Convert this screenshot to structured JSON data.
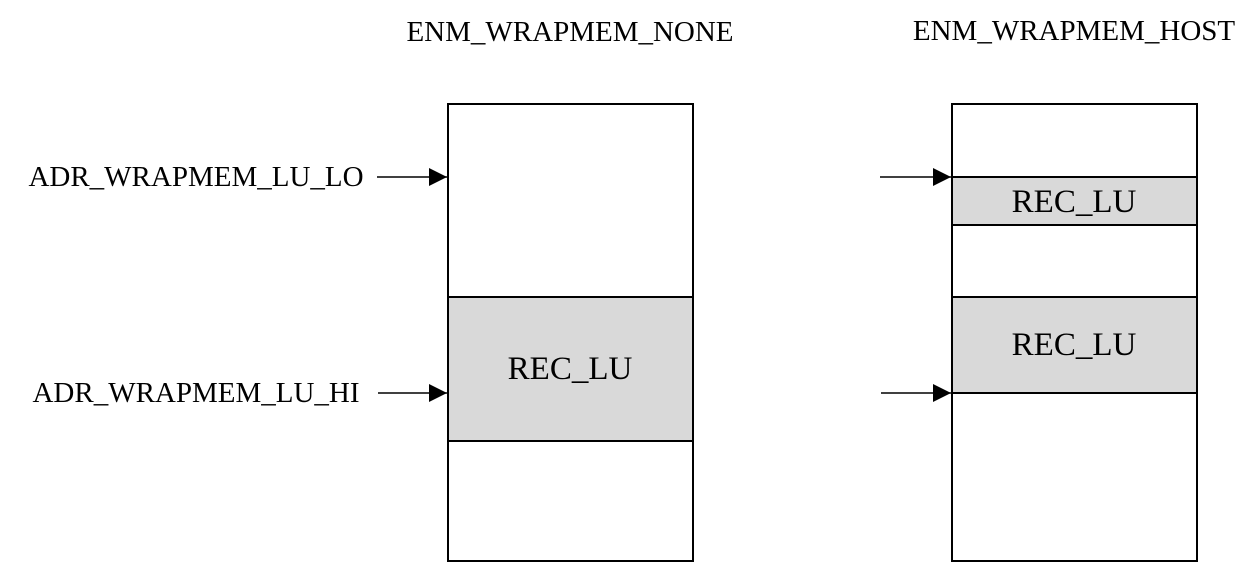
{
  "diagram": {
    "colors": {
      "line": "#000000",
      "block_fill": "#d9d9d9",
      "background": "#ffffff"
    },
    "columns": {
      "none": {
        "title": "ENM_WRAPMEM_NONE",
        "blocks": [
          {
            "label": "REC_LU"
          }
        ]
      },
      "host": {
        "title": "ENM_WRAPMEM_HOST",
        "blocks": [
          {
            "label": "REC_LU"
          },
          {
            "label": "REC_LU"
          }
        ]
      }
    },
    "pointers": {
      "lo": {
        "label": "ADR_WRAPMEM_LU_LO"
      },
      "hi": {
        "label": "ADR_WRAPMEM_LU_HI"
      }
    }
  }
}
